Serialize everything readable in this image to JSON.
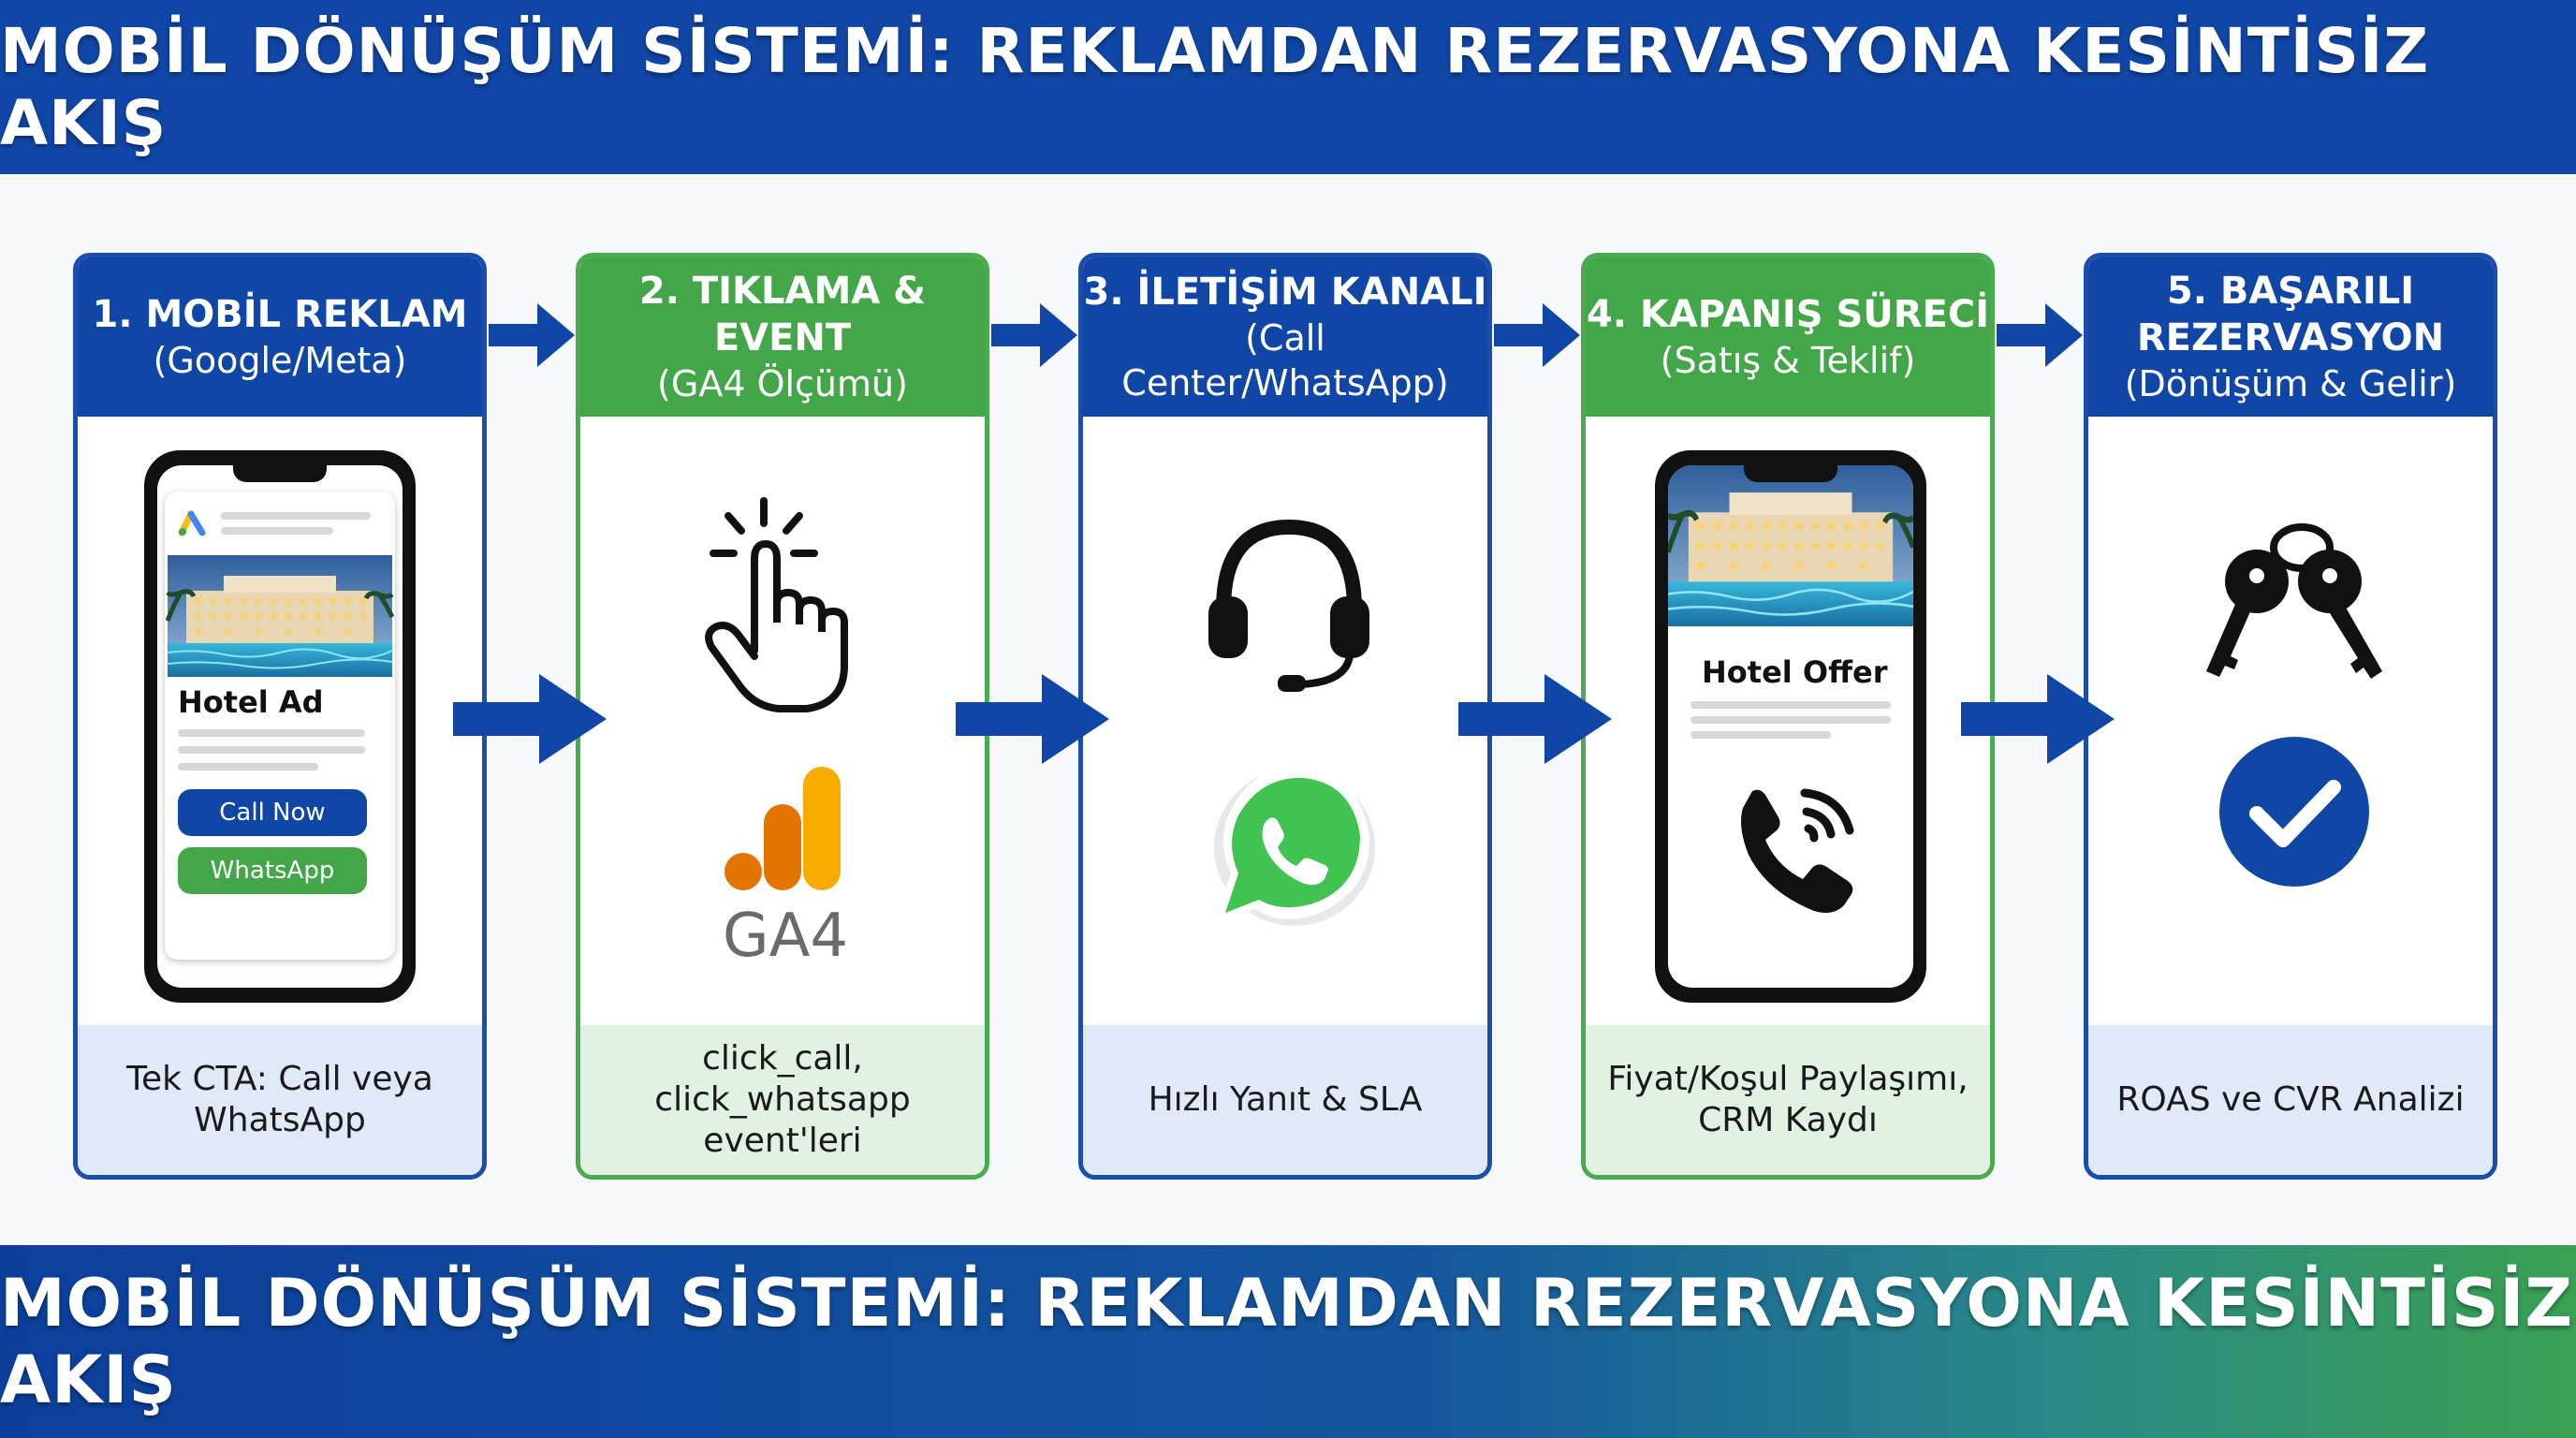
{
  "header": {
    "title": "MOBİL DÖNÜŞÜM SİSTEMİ: REKLAMDAN REZERVASYONA KESİNTİSİZ AKIŞ"
  },
  "footer": {
    "title": "MOBİL DÖNÜŞÜM SİSTEMİ: REKLAMDAN REZERVASYONA KESİNTİSİZ AKIŞ"
  },
  "steps": [
    {
      "title": "1. MOBİL REKLAM",
      "subtitle": "(Google/Meta)",
      "note": "Tek CTA: Call veya\nWhatsApp",
      "color": "#1046a6"
    },
    {
      "title": "2. TIKLAMA & EVENT",
      "subtitle": "(GA4 Ölçümü)",
      "note": "click_call, click_whatsapp\nevent'leri",
      "color": "#43a648"
    },
    {
      "title": "3. İLETİŞİM KANALI",
      "subtitle": "(Call Center/WhatsApp)",
      "note": "Hızlı Yanıt & SLA",
      "color": "#1046a6"
    },
    {
      "title": "4. KAPANIŞ SÜRECİ",
      "subtitle": "(Satış & Teklif)",
      "note": "Fiyat/Koşul Paylaşımı,\nCRM Kaydı",
      "color": "#43a648"
    },
    {
      "title": "5. BAŞARILI\nREZERVASYON",
      "subtitle": "(Dönüşüm & Gelir)",
      "note": "ROAS ve CVR Analizi",
      "color": "#1046a6"
    }
  ],
  "phone1": {
    "ad_title": "Hotel Ad",
    "call_label": "Call Now",
    "whatsapp_label": "WhatsApp"
  },
  "ga4": {
    "label": "GA4"
  },
  "phone2": {
    "offer_title": "Hotel Offer"
  },
  "icons": [
    "google-ads-icon",
    "click-hand-icon",
    "ga4-bars-icon",
    "headset-icon",
    "whatsapp-icon",
    "phone-ringing-icon",
    "keys-icon",
    "checkmark-icon"
  ]
}
